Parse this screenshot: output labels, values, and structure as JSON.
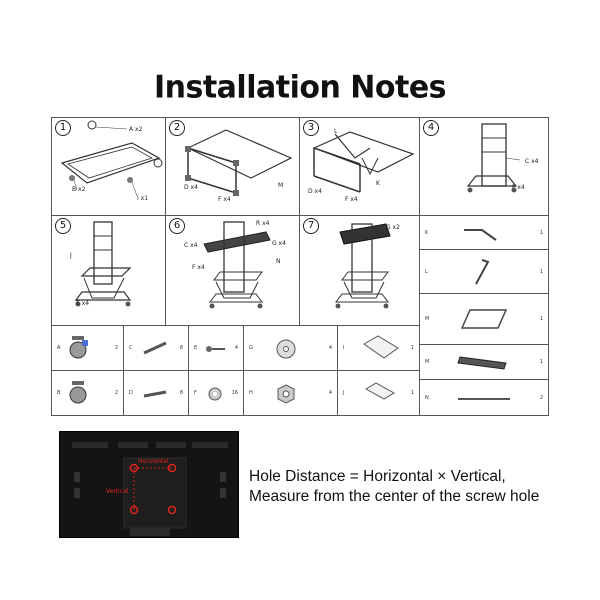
{
  "title": "Installation Notes",
  "steps": [
    {
      "number": "1",
      "labels": [
        "A x2",
        "B x2",
        "I x1"
      ]
    },
    {
      "number": "2",
      "labels": [
        "D x4",
        "F x4",
        "M"
      ]
    },
    {
      "number": "3",
      "labels": [
        "L",
        "D x4",
        "F x4",
        "K"
      ]
    },
    {
      "number": "4",
      "labels": [
        "C x4",
        "F x4"
      ]
    },
    {
      "number": "5",
      "labels": [
        "J",
        "E x4"
      ]
    },
    {
      "number": "6",
      "labels": [
        "R x4",
        "C x4",
        "G x4",
        "F x4",
        "N"
      ]
    },
    {
      "number": "7",
      "labels": [
        "G x2"
      ]
    }
  ],
  "parts": {
    "A": {
      "letter": "A",
      "qty": "2"
    },
    "B": {
      "letter": "B",
      "qty": "2"
    },
    "C": {
      "letter": "C",
      "qty": "8"
    },
    "D": {
      "letter": "D",
      "qty": "8"
    },
    "E": {
      "letter": "E",
      "qty": "4"
    },
    "F": {
      "letter": "F",
      "qty": "16"
    },
    "G": {
      "letter": "G",
      "qty": "4"
    },
    "H": {
      "letter": "H",
      "qty": "4"
    },
    "I": {
      "letter": "I",
      "qty": "1"
    },
    "J": {
      "letter": "J",
      "qty": "1"
    },
    "K": {
      "letter": "K",
      "qty": "1"
    },
    "L": {
      "letter": "L",
      "qty": "1"
    },
    "M1": {
      "letter": "M",
      "qty": "1"
    },
    "M2": {
      "letter": "M",
      "qty": "1"
    },
    "N": {
      "letter": "N",
      "qty": "2"
    }
  },
  "tv_labels": {
    "horizontal": "Horizontal",
    "vertical": "Vertical"
  },
  "hole_note": {
    "line1": "Hole Distance = Horizontal × Vertical,",
    "line2": "Measure from the center of the screw hole"
  },
  "colors": {
    "marker": "#e0261c",
    "tv_body": "#111111"
  }
}
